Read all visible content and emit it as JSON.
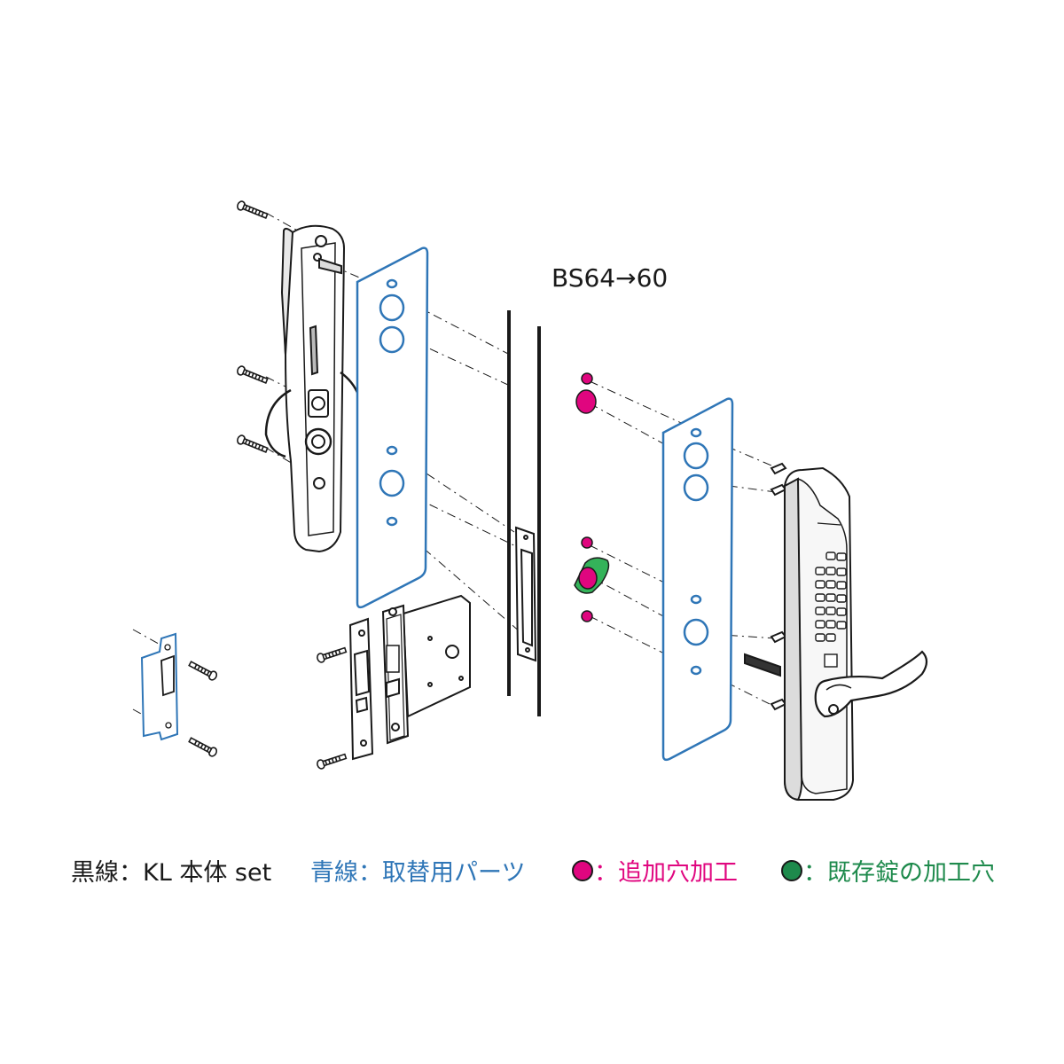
{
  "annotation": "BS64→60",
  "colors": {
    "black_line": "#1a1a1a",
    "blue_line": "#2f76b7",
    "magenta": "#e0067f",
    "green": "#1e8a4c",
    "green_light": "#34b35a"
  },
  "legend": [
    {
      "text": "黒線：KL 本体 set",
      "color": "#1a1a1a",
      "swatch": null
    },
    {
      "text": "青線：取替用パーツ",
      "color": "#2f76b7",
      "swatch": null
    },
    {
      "text": "：追加穴加工",
      "color": "#e0067f",
      "swatch": "#e0067f"
    },
    {
      "text": "：既存錠の加工穴",
      "color": "#1e8a4c",
      "swatch": "#1e8a4c"
    }
  ]
}
